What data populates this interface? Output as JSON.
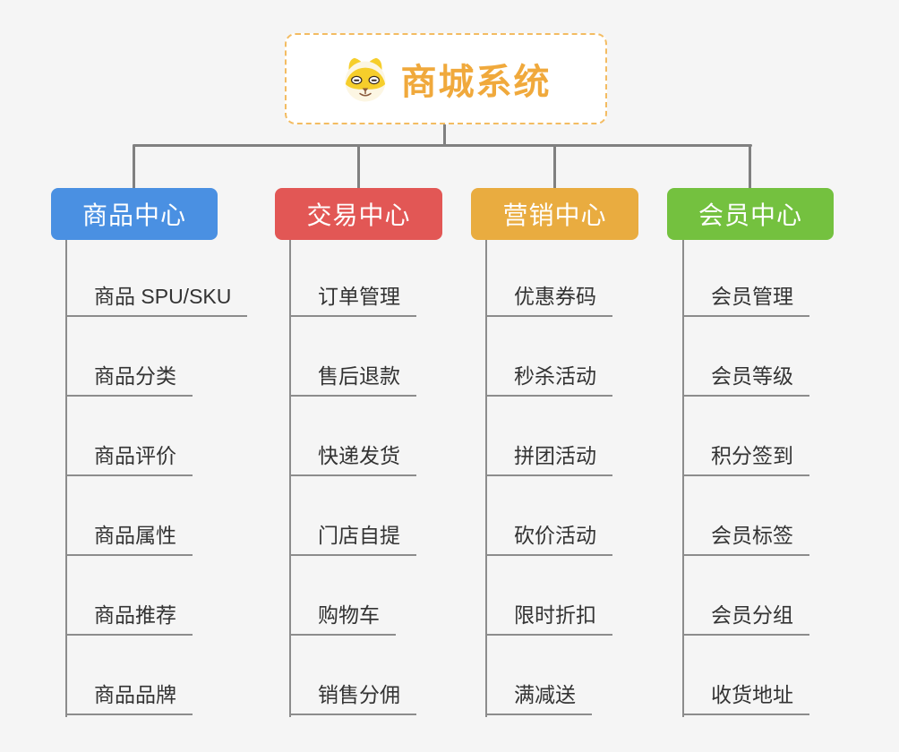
{
  "css_vars": {
    "bg": "#f5f5f5",
    "conn": "#808080",
    "line": "#8c8c8c",
    "root-border": "#F3BC62"
  },
  "root": {
    "title": "商城系统",
    "icon": "shiba-dog-icon",
    "text_color": "#F0A93C"
  },
  "branches": [
    {
      "label": "商品中心",
      "color": "#4A90E2",
      "items": [
        "商品 SPU/SKU",
        "商品分类",
        "商品评价",
        "商品属性",
        "商品推荐",
        "商品品牌"
      ]
    },
    {
      "label": "交易中心",
      "color": "#E25755",
      "items": [
        "订单管理",
        "售后退款",
        "快递发货",
        "门店自提",
        "购物车",
        "销售分佣"
      ]
    },
    {
      "label": "营销中心",
      "color": "#E9AC40",
      "items": [
        "优惠券码",
        "秒杀活动",
        "拼团活动",
        "砍价活动",
        "限时折扣",
        "满减送"
      ]
    },
    {
      "label": "会员中心",
      "color": "#74C13F",
      "items": [
        "会员管理",
        "会员等级",
        "积分签到",
        "会员标签",
        "会员分组",
        "收货地址"
      ]
    }
  ]
}
